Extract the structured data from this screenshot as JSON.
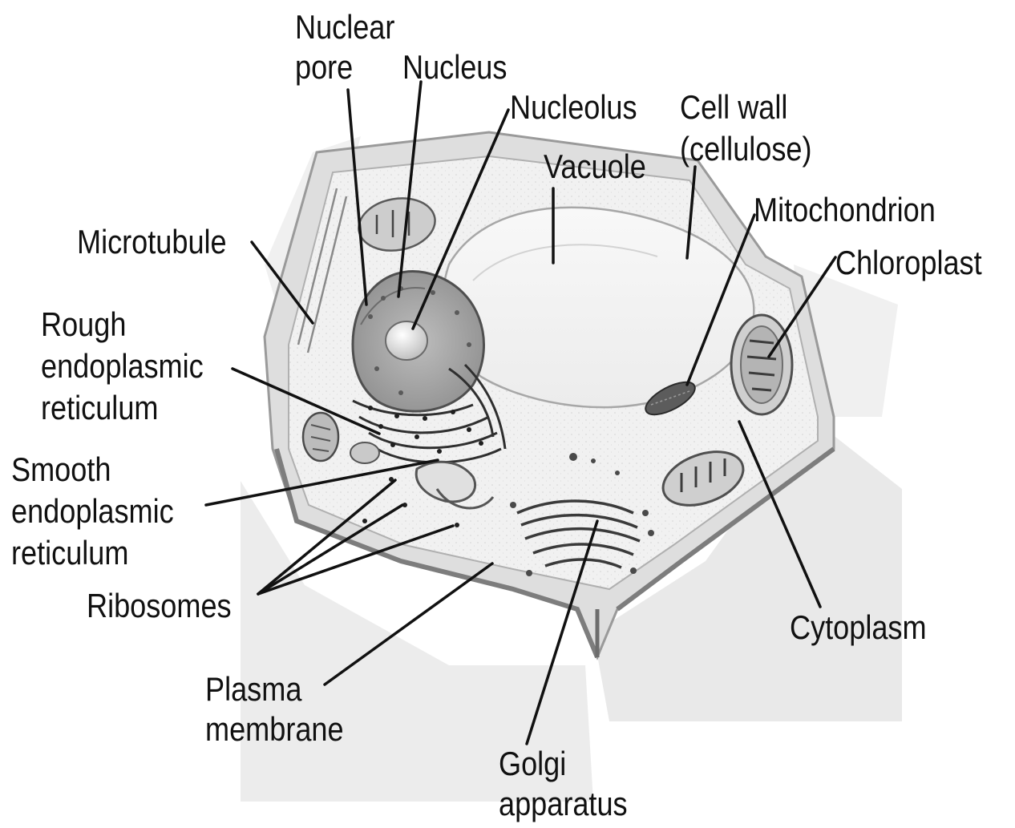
{
  "diagram": {
    "labels": {
      "nuclear_pore": [
        "Nuclear",
        "pore"
      ],
      "nucleus": "Nucleus",
      "nucleolus": "Nucleolus",
      "cell_wall": [
        "Cell wall",
        "(cellulose)"
      ],
      "vacuole": "Vacuole",
      "mitochondrion": "Mitochondrion",
      "chloroplast": "Chloroplast",
      "microtubule": "Microtubule",
      "rough_er": [
        "Rough",
        "endoplasmic",
        "reticulum"
      ],
      "smooth_er": [
        "Smooth",
        "endoplasmic",
        "reticulum"
      ],
      "ribosomes": "Ribosomes",
      "plasma_membrane": [
        "Plasma",
        "membrane"
      ],
      "golgi_apparatus": [
        "Golgi",
        "apparatus"
      ],
      "cytoplasm": "Cytoplasm"
    }
  }
}
